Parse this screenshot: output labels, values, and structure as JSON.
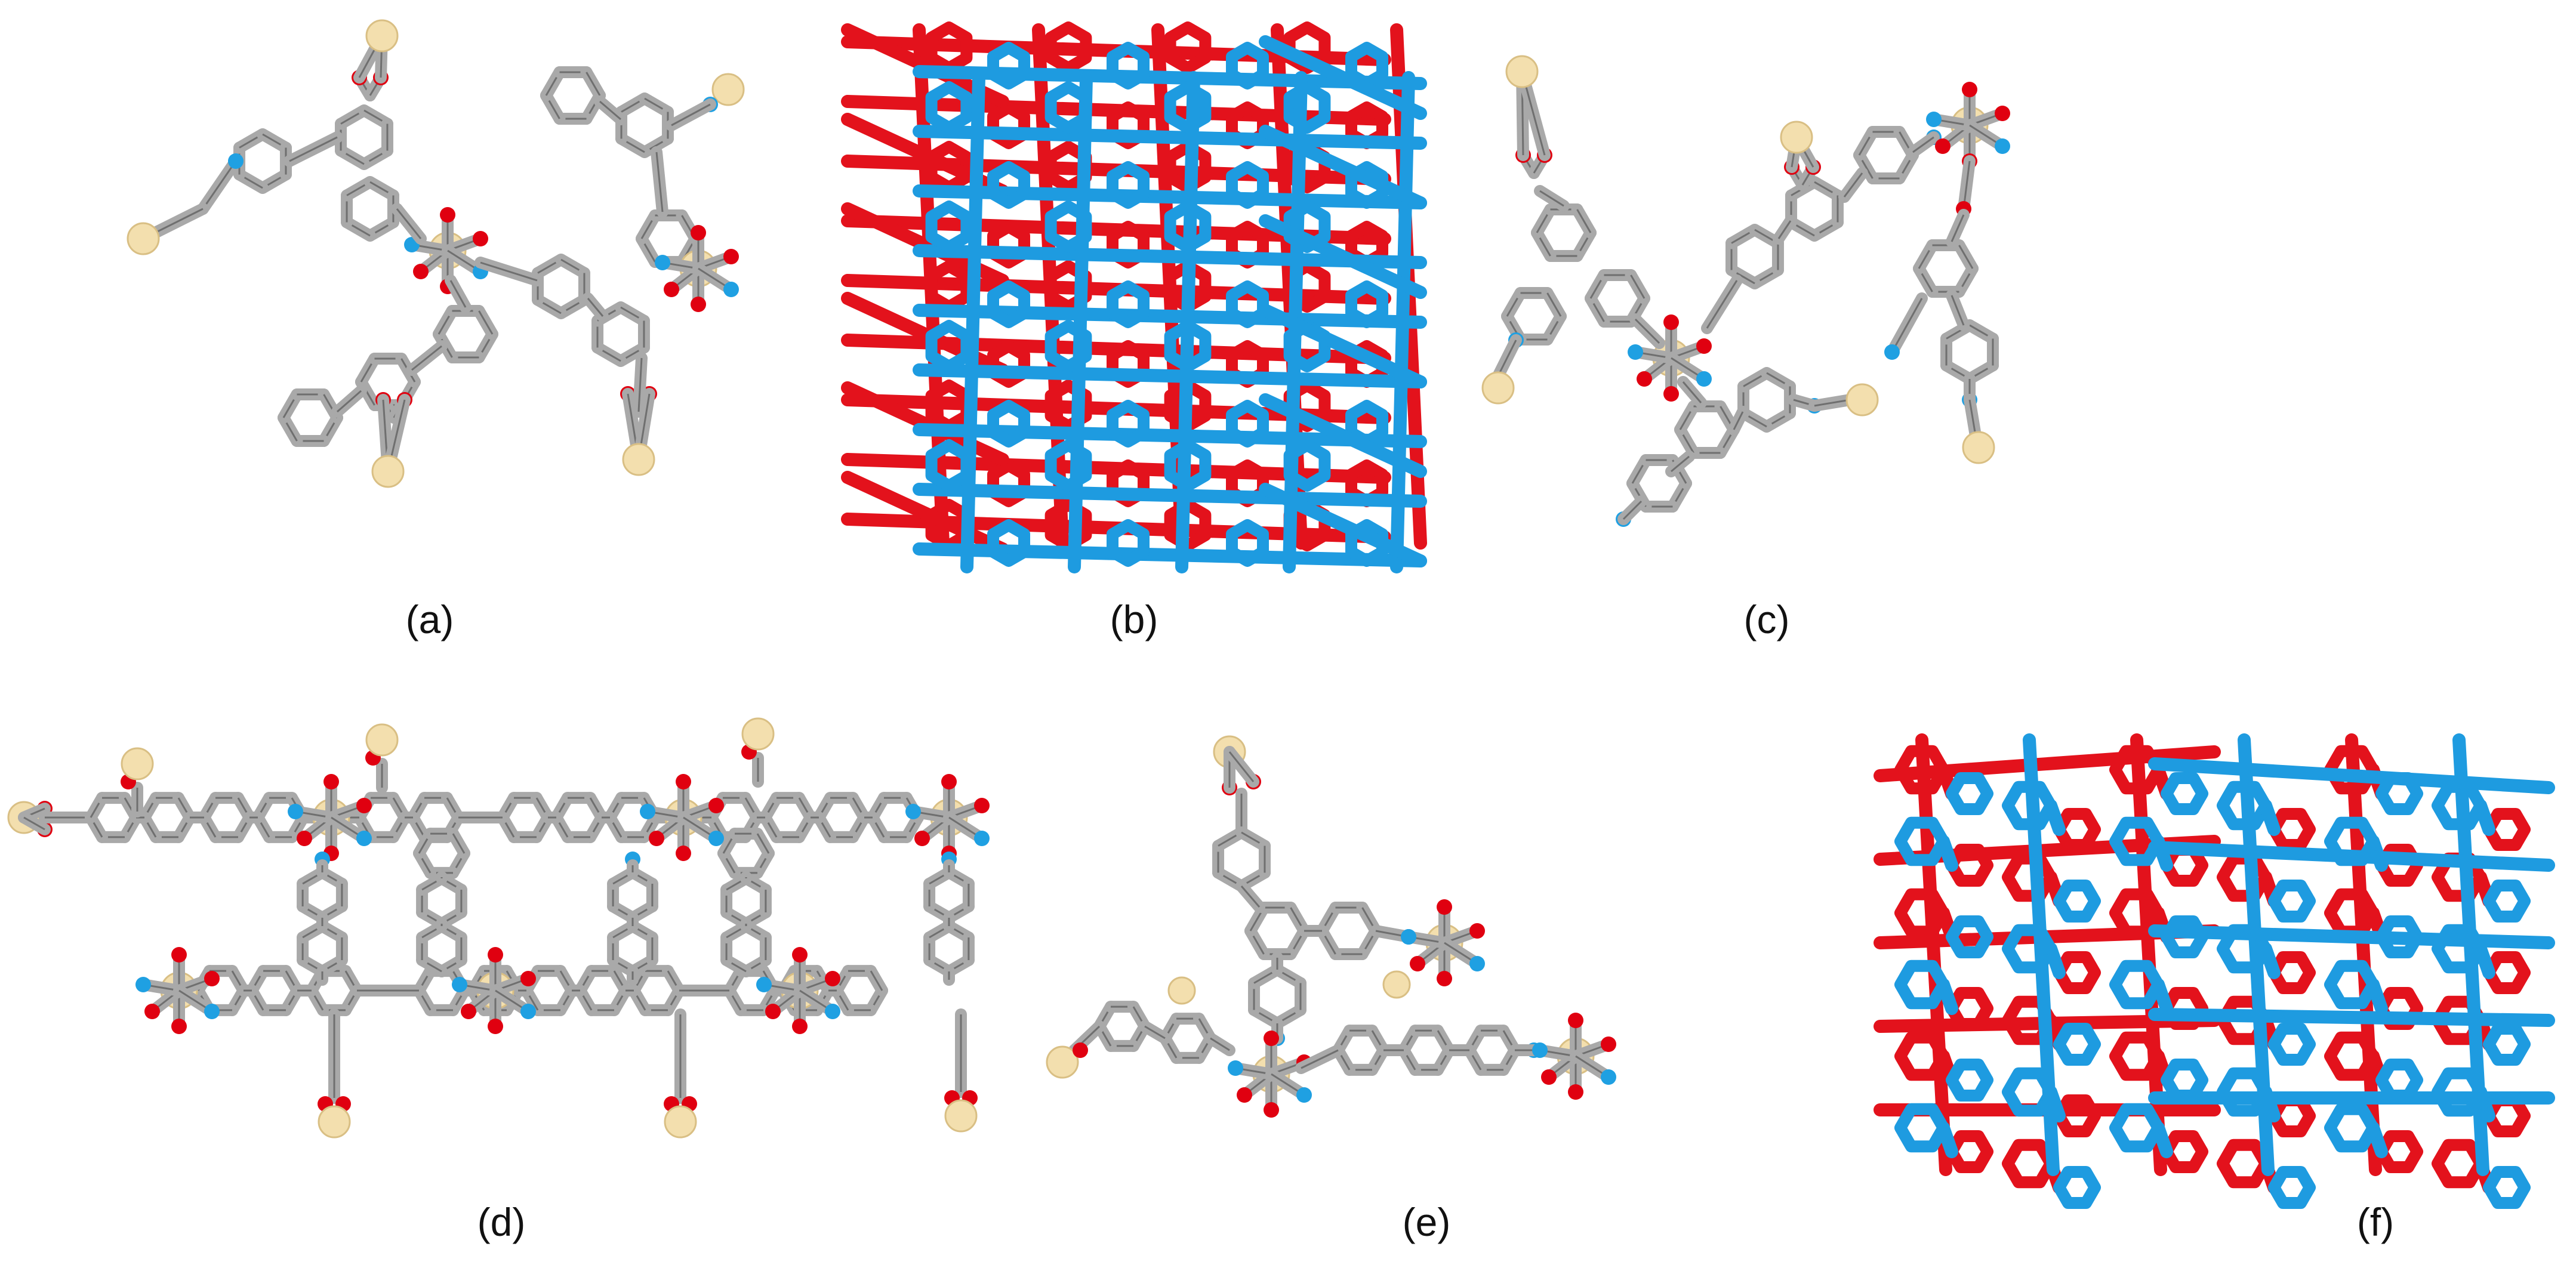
{
  "figure": {
    "panels": [
      {
        "id": "a",
        "label": "(a)",
        "style": "ball-and-stick"
      },
      {
        "id": "b",
        "label": "(b)",
        "style": "two-net packing"
      },
      {
        "id": "c",
        "label": "(c)",
        "style": "ball-and-stick"
      },
      {
        "id": "d",
        "label": "(d)",
        "style": "ball-and-stick chain"
      },
      {
        "id": "e",
        "label": "(e)",
        "style": "ball-and-stick"
      },
      {
        "id": "f",
        "label": "(f)",
        "style": "two-net packing"
      }
    ],
    "colors": {
      "carbon_bond": "#a9a9a9",
      "metal": "#f3dfae",
      "oxygen": "#e00010",
      "nitrogen": "#1fa0e2",
      "net_red": "#e3121c",
      "net_blue": "#1e9be0"
    }
  }
}
